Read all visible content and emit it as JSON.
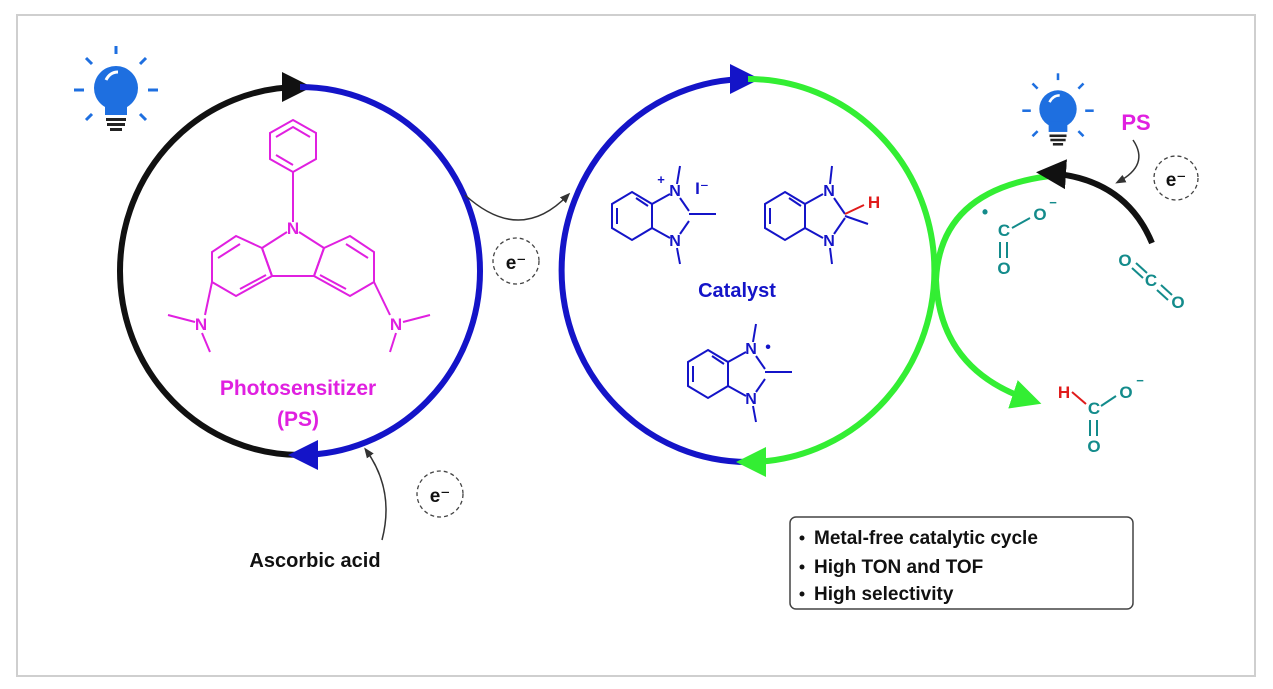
{
  "labels": {
    "photosensitizer_line1": "Photosensitizer",
    "photosensitizer_line2": "(PS)",
    "catalyst": "Catalyst",
    "ascorbic_acid": "Ascorbic acid",
    "ps_small": "PS"
  },
  "electron_bubbles": {
    "e1": "e⁻",
    "e2": "e⁻",
    "e3": "e⁻"
  },
  "atoms": {
    "N": "N",
    "H": "H",
    "C": "C",
    "O": "O",
    "iodide": "I⁻",
    "plus": "+",
    "minus": "−",
    "radical": "•"
  },
  "features": [
    "Metal-free catalytic cycle",
    "High TON and TOF",
    "High selectivity"
  ],
  "colors": {
    "frame": "#cfcfcf",
    "ps_magenta": "#e020e0",
    "cycle_blue": "#1414c8",
    "cycle_green": "#33ee33",
    "cycle_black": "#111111",
    "co2_teal": "#138b8b",
    "hydrogen_red": "#e01b1b",
    "bulb_blue": "#1e6fe0"
  },
  "icons": [
    "lightbulb-icon",
    "lightbulb-icon"
  ]
}
